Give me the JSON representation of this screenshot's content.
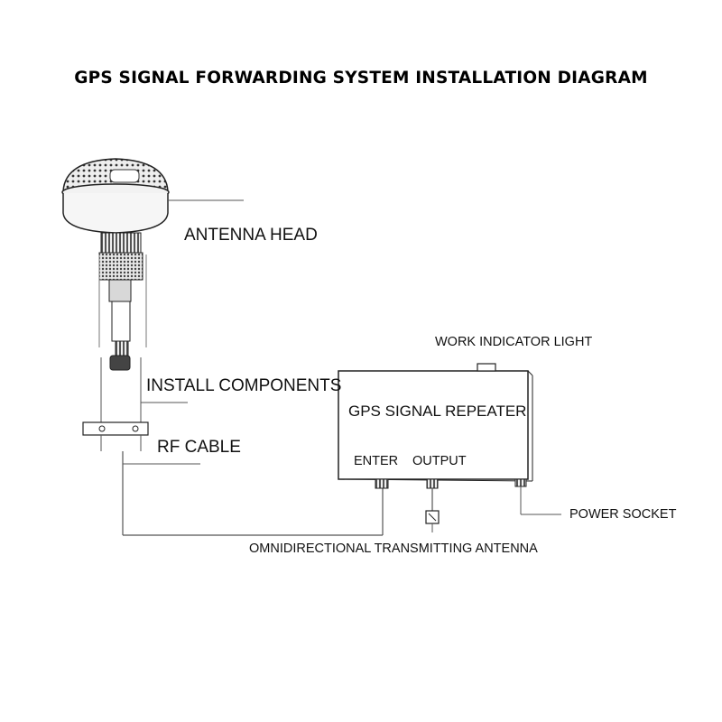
{
  "title": "GPS SIGNAL FORWARDING SYSTEM INSTALLATION DIAGRAM",
  "labels": {
    "antenna_head": "ANTENNA HEAD",
    "install_components": "INSTALL COMPONENTS",
    "rf_cable": "RF CABLE",
    "work_indicator_light": "WORK INDICATOR LIGHT",
    "repeater": "GPS SIGNAL REPEATER",
    "enter": "ENTER",
    "output": "OUTPUT",
    "power_socket": "POWER SOCKET",
    "omni_antenna": "OMNIDIRECTIONAL TRANSMITTING ANTENNA"
  },
  "colors": {
    "line": "#555555",
    "ink": "#111111",
    "background": "#ffffff"
  }
}
